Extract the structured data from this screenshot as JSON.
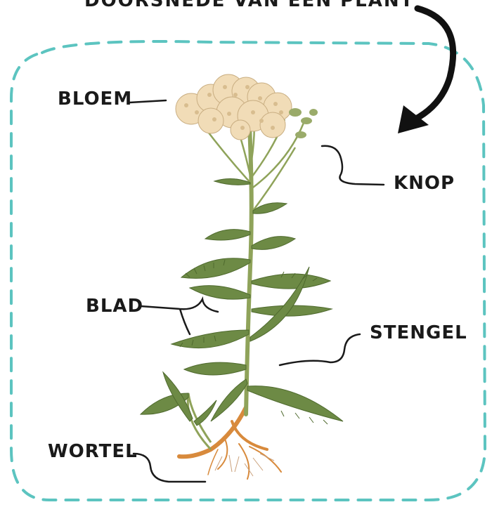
{
  "diagram": {
    "title": "DOORSNEDE VAN EEN PLANT",
    "labels": {
      "bloem": "BLOEM",
      "knop": "KNOP",
      "blad": "BLAD",
      "stengel": "STENGEL",
      "wortel": "WORTEL"
    },
    "colors": {
      "frame": "#5cc4c0",
      "ink": "#1a1a1a",
      "flower": "#f1dcb7",
      "leaf": "#6d8a45",
      "stem": "#8fa35a",
      "root": "#d88a3c"
    }
  }
}
